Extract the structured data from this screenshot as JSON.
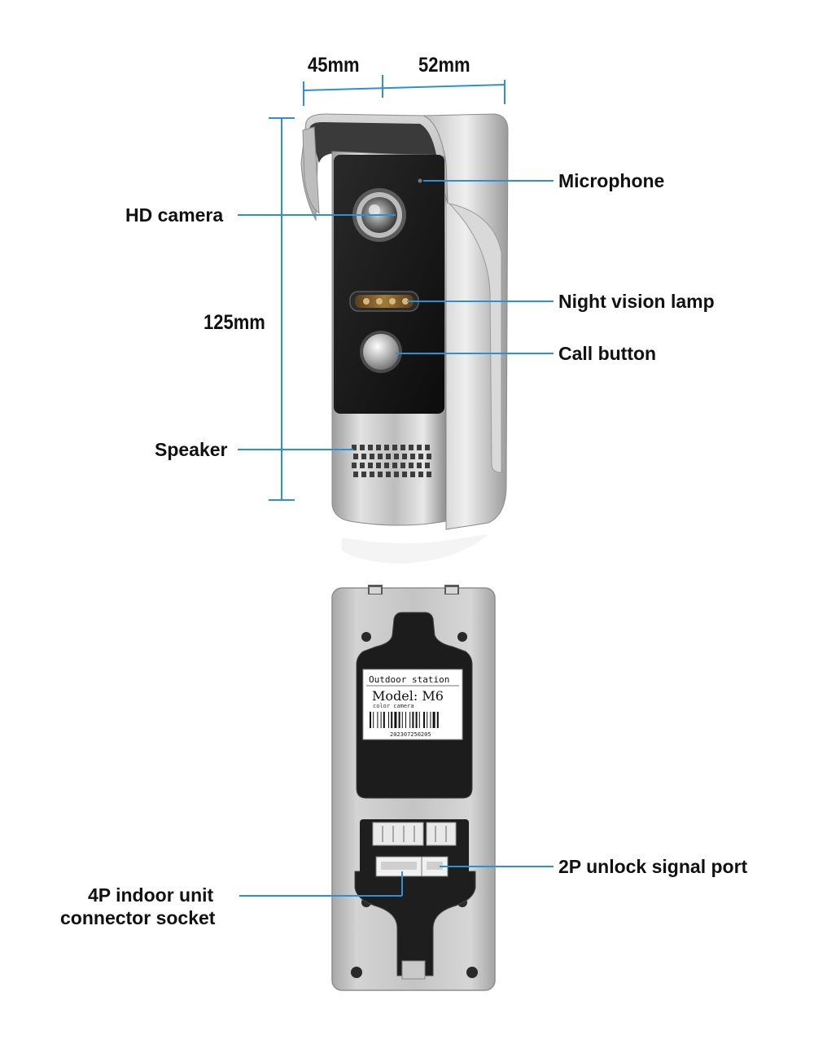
{
  "dimensions": {
    "depth_a": "45mm",
    "depth_b": "52mm",
    "height": "125mm"
  },
  "callouts": {
    "microphone": "Microphone",
    "hd_camera": "HD camera",
    "night_vision_lamp": "Night vision lamp",
    "call_button": "Call button",
    "speaker": "Speaker",
    "unlock_port": "2P unlock signal port",
    "indoor_socket_line1": "4P indoor unit",
    "indoor_socket_line2": "connector socket"
  },
  "rear_label": {
    "heading": "Outdoor station",
    "model": "Model: M6",
    "subtitle": "color camera",
    "serial": "202307250205"
  },
  "colors": {
    "leader_line": "#2f8fd6",
    "panel_black": "#1a1a1a",
    "housing_silver": "#c9c9c9"
  }
}
